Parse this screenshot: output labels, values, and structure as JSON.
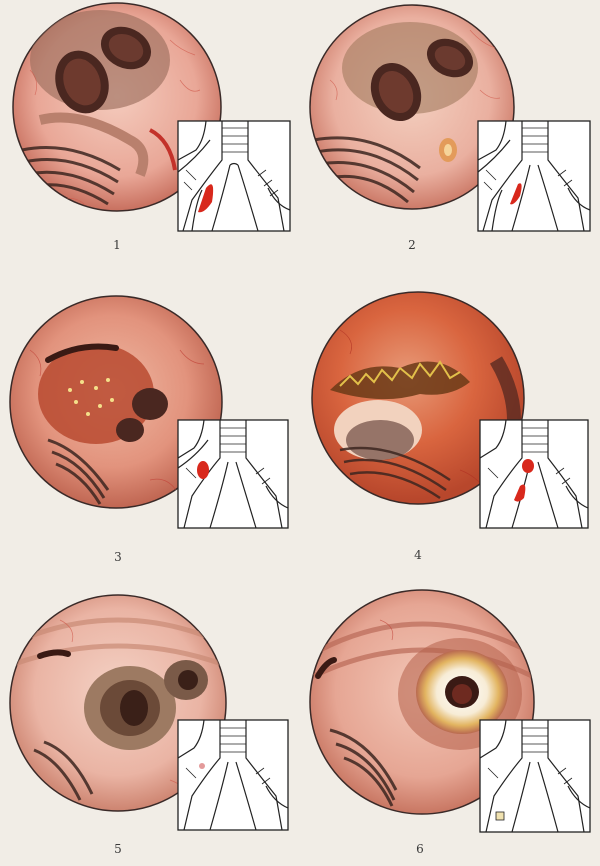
{
  "figures": [
    {
      "label": "1"
    },
    {
      "label": "2"
    },
    {
      "label": "3"
    },
    {
      "label": "4"
    },
    {
      "label": "5"
    },
    {
      "label": "6"
    }
  ],
  "colors": {
    "background": "#f1ede6",
    "mucosa_light": "#f2c3b3",
    "mucosa_mid": "#d98978",
    "mucosa_dark": "#8c3a2e",
    "lumen": "#5a2a22",
    "lesion": "#d8281c",
    "diagram_stroke": "#222222"
  }
}
